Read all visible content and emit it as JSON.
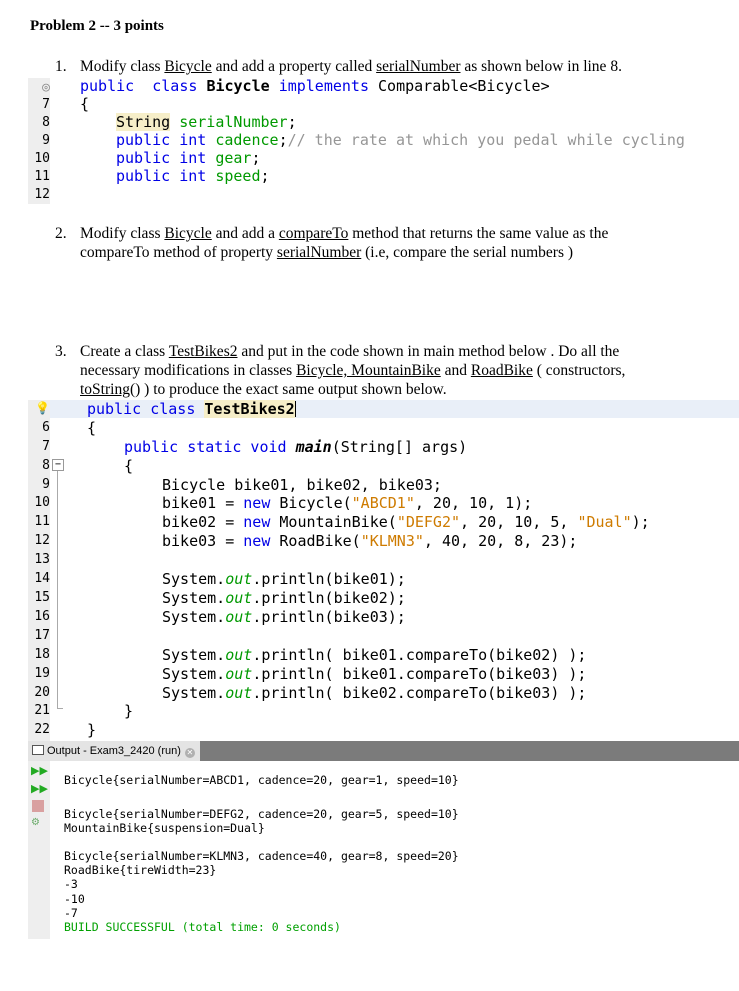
{
  "title": "Problem 2  -- 3 points",
  "item1": {
    "num": "1.",
    "pre": "Modify class ",
    "cls": "Bicycle",
    "mid": " and add a property called ",
    "prop": "serialNumber",
    "post": " as shown below in line 8."
  },
  "code1": {
    "lines": [
      {
        "n": "",
        "t": ""
      },
      {
        "n": "7",
        "t": ""
      },
      {
        "n": "8",
        "t": ""
      },
      {
        "n": "9",
        "t": ""
      },
      {
        "n": "10",
        "t": ""
      },
      {
        "n": "11",
        "t": ""
      },
      {
        "n": "12",
        "t": ""
      }
    ],
    "l1_kw": "public  class",
    "l1_name": "Bicycle",
    "l1_kw2": "implements",
    "l1_rest": "Comparable<Bicycle>",
    "l2": "{",
    "l3_type": "String",
    "l3_field": "serialNumber",
    "l3_end": ";",
    "l4_kw": "public int",
    "l4_field": "cadence",
    "l4_end": ";",
    "l4_comment": "// the rate at which you pedal while cycling",
    "l5_kw": "public int",
    "l5_field": "gear",
    "l5_end": ";",
    "l6_kw": "public int",
    "l6_field": "speed",
    "l6_end": ";"
  },
  "item2": {
    "num": "2.",
    "pre": "Modify class ",
    "cls": "Bicycle",
    "mid": " and add a ",
    "method": "compareTo",
    "post": " method that returns  the same value as the",
    "line2_pre": "compareTo method of property ",
    "line2_prop": "serialNumber",
    "line2_post": "  (i.e, compare the serial numbers )"
  },
  "item3": {
    "num": "3.",
    "l1_pre": "Create a class ",
    "l1_cls": "TestBikes2",
    "l1_post": "  and put in the code shown in main method below . Do all the",
    "l2_pre": "necessary modifications in classes ",
    "l2_c1": "Bicycle, MountainBike",
    "l2_mid": " and ",
    "l2_c2": "RoadBike",
    "l2_post": " ( constructors,",
    "l3_m": "toString",
    "l3_post": "() ) to produce the exact same output shown below."
  },
  "code2": {
    "linenums": [
      "",
      "6",
      "7",
      "8",
      "9",
      "10",
      "11",
      "12",
      "13",
      "14",
      "15",
      "16",
      "17",
      "18",
      "19",
      "20",
      "21",
      "22"
    ],
    "l1_kw": "public class",
    "l1_name": "TestBikes2",
    "l2": "{",
    "l3_kw": "public static void",
    "l3_name": "main",
    "l3_rest": "(String[] args)",
    "l4": "{",
    "l5": "Bicycle bike01, bike02, bike03;",
    "l6_a": "bike01 = ",
    "l6_kw": "new",
    "l6_b": " Bicycle(",
    "l6_s": "\"ABCD1\"",
    "l6_c": ", 20, 10, 1);",
    "l7_a": "bike02 = ",
    "l7_kw": "new",
    "l7_b": " MountainBike(",
    "l7_s": "\"DEFG2\"",
    "l7_c": ", 20, 10, 5, ",
    "l7_s2": "\"Dual\"",
    "l7_d": ");",
    "l8_a": "bike03 = ",
    "l8_kw": "new",
    "l8_b": " RoadBike(",
    "l8_s": "\"KLMN3\"",
    "l8_c": ", 40, 20, 8, 23);",
    "sys": "System.",
    "out": "out",
    "p1": ".println(bike01);",
    "p2": ".println(bike02);",
    "p3": ".println(bike03);",
    "c1": ".println( bike01.compareTo(bike02) );",
    "c2": ".println( bike01.compareTo(bike03) );",
    "c3": ".println( bike02.compareTo(bike03) );",
    "close1": "}",
    "close2": "}"
  },
  "output": {
    "tab_label": "Output - Exam3_2420 (run)",
    "lines": [
      "Bicycle{serialNumber=ABCD1, cadence=20, gear=1, speed=10}",
      "Bicycle{serialNumber=DEFG2, cadence=20, gear=5, speed=10}",
      "MountainBike{suspension=Dual}",
      "Bicycle{serialNumber=KLMN3, cadence=40, gear=8, speed=20}",
      "RoadBike{tireWidth=23}",
      "-3",
      "-10",
      "-7",
      "BUILD SUCCESSFUL (total time: 0 seconds)"
    ]
  }
}
